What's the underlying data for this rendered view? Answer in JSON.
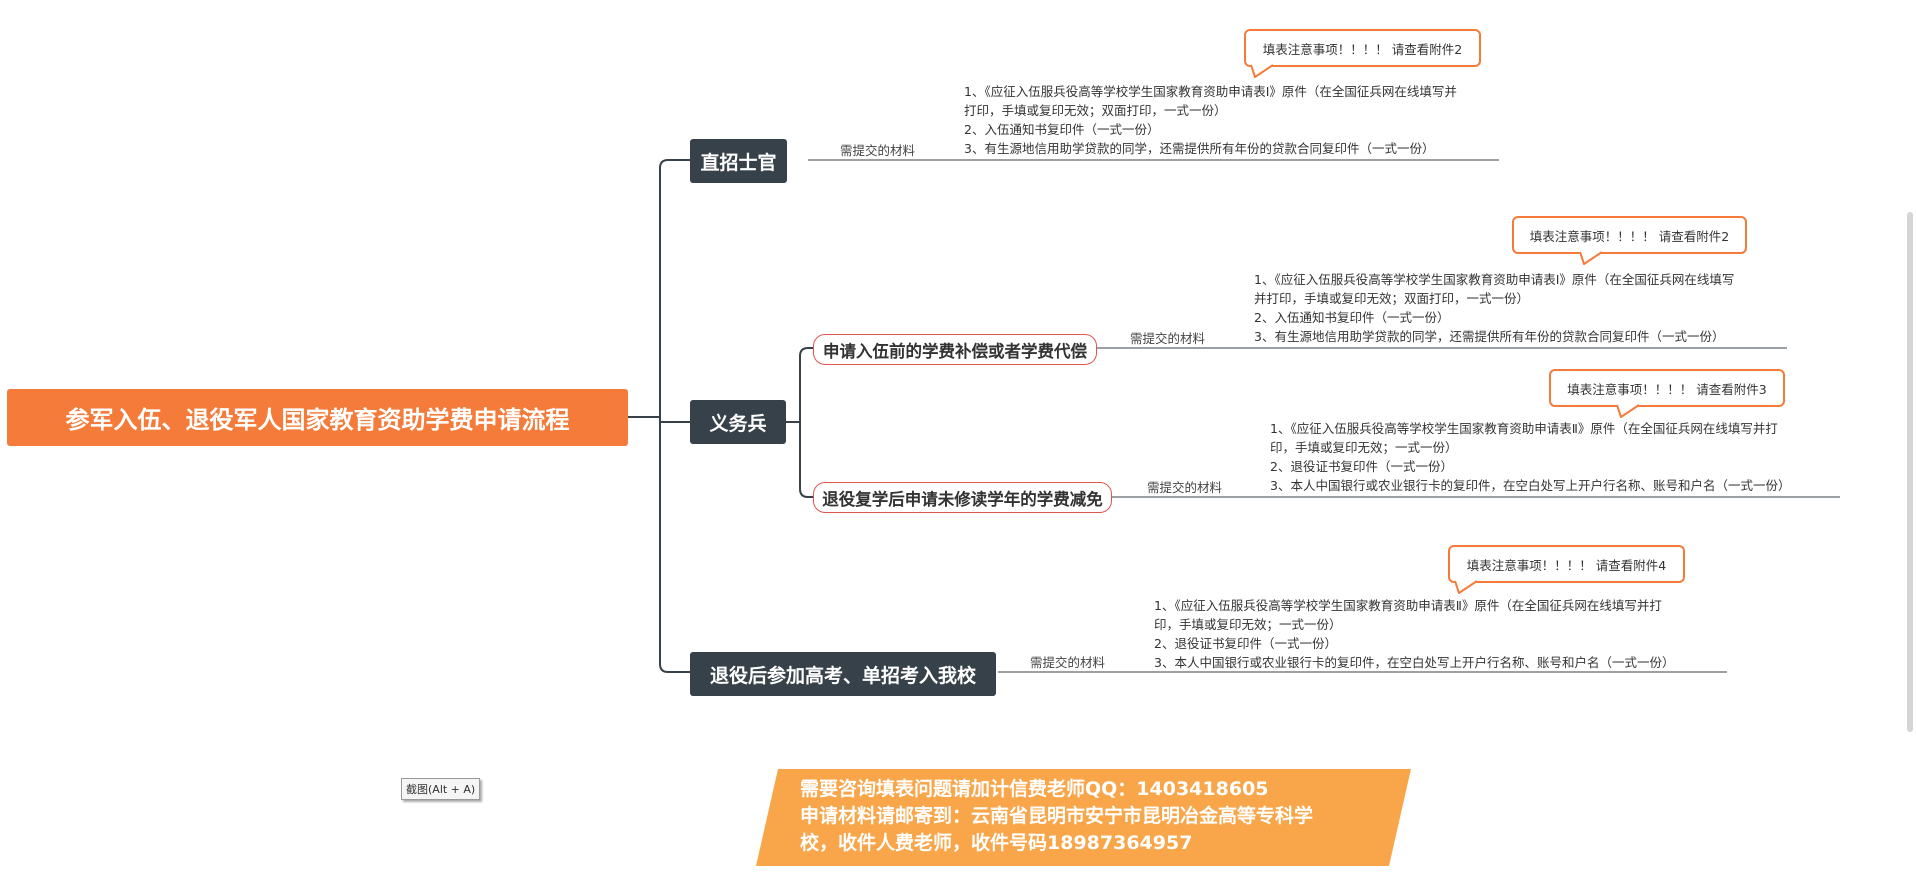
{
  "root": {
    "title": "参军入伍、退役军人国家教育资助学费申请流程"
  },
  "branches": {
    "zhizhao": {
      "title": "直招士官",
      "label": "需提交的材料",
      "note": [
        "1、《应征入伍服兵役高等学校学生国家教育资助申请表Ⅰ》原件（在全国征兵网在线填写并",
        "打印，手填或复印无效；双面打印，一式一份）",
        "2、入伍通知书复印件（一式一份）",
        "3、有生源地信用助学贷款的同学，还需提供所有年份的贷款合同复印件（一式一份）"
      ],
      "callout": "填表注意事项！！！！ 请查看附件2"
    },
    "yiwu": {
      "title": "义务兵",
      "sub1": {
        "title": "申请入伍前的学费补偿或者学费代偿",
        "label": "需提交的材料",
        "note": [
          "1、《应征入伍服兵役高等学校学生国家教育资助申请表Ⅰ》原件（在全国征兵网在线填写",
          "并打印，手填或复印无效；双面打印，一式一份）",
          "2、入伍通知书复印件（一式一份）",
          "3、有生源地信用助学贷款的同学，还需提供所有年份的贷款合同复印件（一式一份）"
        ],
        "callout": "填表注意事项！！！！ 请查看附件2"
      },
      "sub2": {
        "title": "退役复学后申请未修读学年的学费减免",
        "label": "需提交的材料",
        "note": [
          "1、《应征入伍服兵役高等学校学生国家教育资助申请表Ⅱ》原件（在全国征兵网在线填写并打",
          "印，手填或复印无效；一式一份）",
          "2、退役证书复印件（一式一份）",
          "3、本人中国银行或农业银行卡的复印件，在空白处写上开户行名称、账号和户名（一式一份）"
        ],
        "callout": "填表注意事项！！！！ 请查看附件3"
      }
    },
    "gaokao": {
      "title": "退役后参加高考、单招考入我校",
      "label": "需提交的材料",
      "note": [
        "1、《应征入伍服兵役高等学校学生国家教育资助申请表Ⅱ》原件（在全国征兵网在线填写并打",
        "印，手填或复印无效；一式一份）",
        "2、退役证书复印件（一式一份）",
        "3、本人中国银行或农业银行卡的复印件，在空白处写上开户行名称、账号和户名（一式一份）"
      ],
      "callout": "填表注意事项！！！！ 请查看附件4"
    }
  },
  "screenshot_tip": "截图(Alt + A)",
  "banner": {
    "line1": "需要咨询填表问题请加计信费老师QQ：1403418605",
    "line2": "申请材料请邮寄到：云南省昆明市安宁市昆明冶金高等专科学",
    "line3": "校，收件人费老师，收件号码18987364957"
  },
  "colors": {
    "root": "#f47b3a",
    "topic": "#37414a",
    "sub_border": "#e0564f",
    "banner": "#f9a64a",
    "line": "#37414a"
  }
}
